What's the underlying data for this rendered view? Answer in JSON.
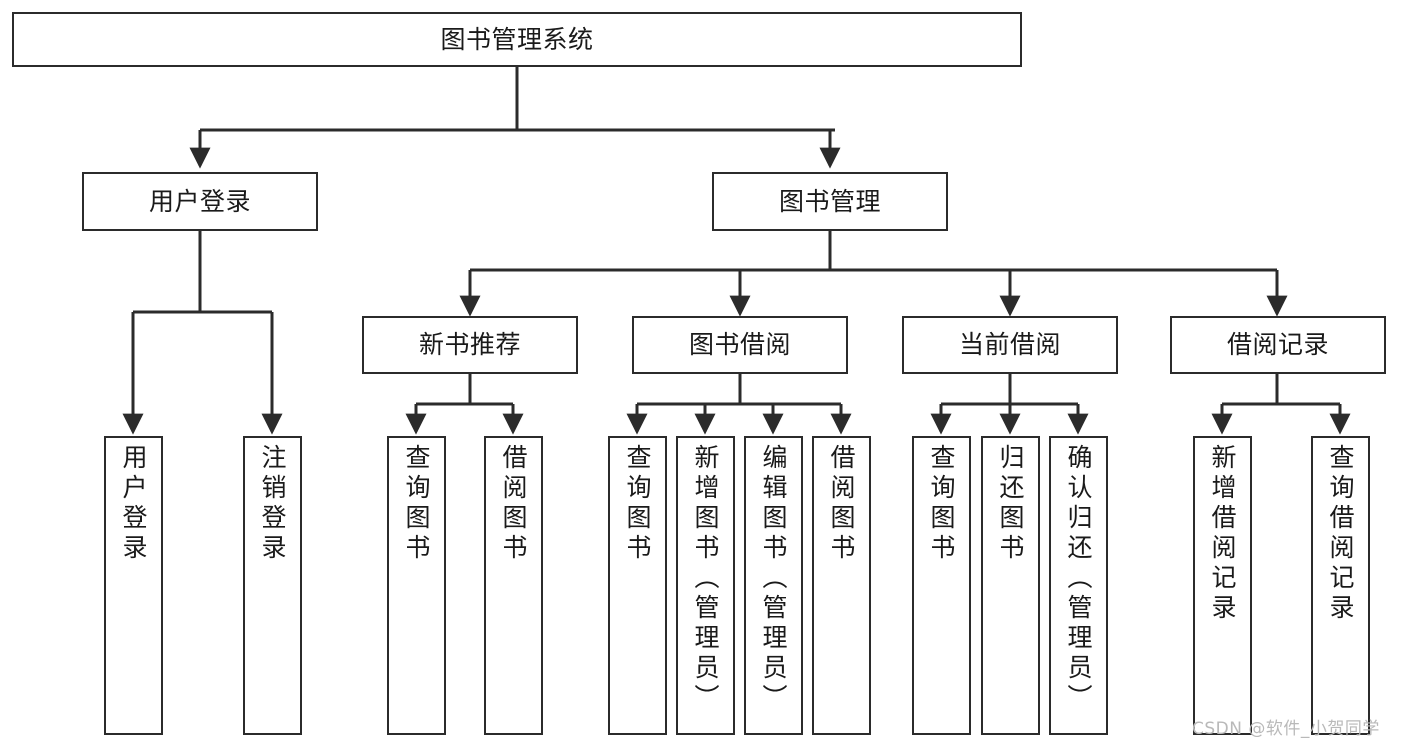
{
  "diagram": {
    "type": "tree",
    "title": "图书管理系统",
    "root": {
      "label": "图书管理系统"
    },
    "level2": [
      {
        "label": "用户登录"
      },
      {
        "label": "图书管理"
      }
    ],
    "level3": [
      {
        "label": "新书推荐"
      },
      {
        "label": "图书借阅"
      },
      {
        "label": "当前借阅"
      },
      {
        "label": "借阅记录"
      }
    ],
    "leaves": {
      "user_login": [
        {
          "label": "用户登录"
        },
        {
          "label": "注销登录"
        }
      ],
      "new_book_recommend": [
        {
          "label": "查询图书"
        },
        {
          "label": "借阅图书"
        }
      ],
      "book_borrow": [
        {
          "label": "查询图书"
        },
        {
          "label": "新增图书（管理员）"
        },
        {
          "label": "编辑图书（管理员）"
        },
        {
          "label": "借阅图书"
        }
      ],
      "current_borrow": [
        {
          "label": "查询图书"
        },
        {
          "label": "归还图书"
        },
        {
          "label": "确认归还（管理员）"
        }
      ],
      "borrow_record": [
        {
          "label": "新增借阅记录"
        },
        {
          "label": "查询借阅记录"
        }
      ]
    },
    "colors": {
      "stroke": "#2b2b2b",
      "fill": "#ffffff",
      "text": "#1a1a1a",
      "watermark": "#b9b9b9"
    }
  },
  "watermark": {
    "text": "CSDN @软件_小贺同学"
  }
}
